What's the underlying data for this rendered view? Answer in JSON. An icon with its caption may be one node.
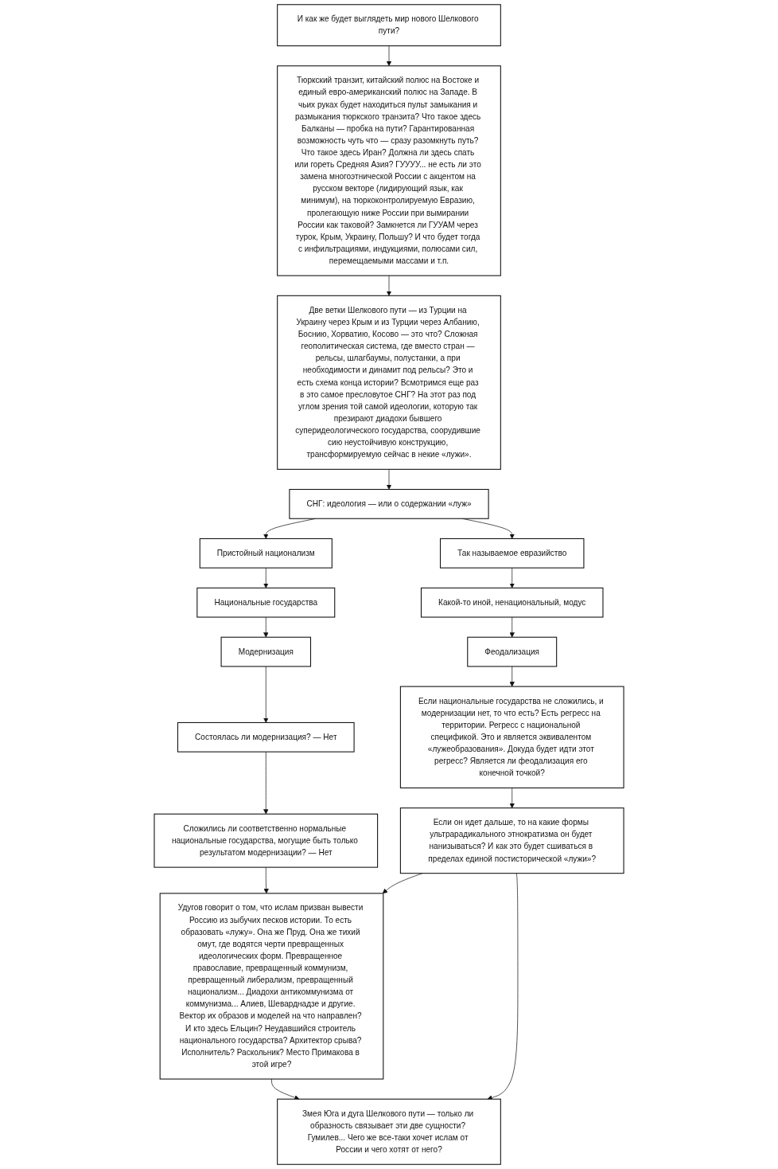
{
  "diagram": {
    "nodes": [
      {
        "text": [
          "И как же будет выглядеть мир нового Шелкового пути?"
        ]
      },
      {
        "text": [
          "Тюркский транзит, китайский полюс на Востоке и единый евро-американский полюс на Западе. В чьих руках будет находиться пульт замыкания и размыкания тюркского транзита? Что такое здесь Балканы — пробка на пути? Гарантированная возможность чуть что — сразу разомкнуть путь? Что такое здесь Иран? Должна ли здесь спать или гореть Средняя Азия? ГУУУУ... не есть ли это замена многоэтнической России с акцентом на русском векторе (лидирующий язык, как минимум), на тюркоконтролируемую Евразию, пролегающую ниже России при вымирании России как таковой? Замкнется ли ГУУАМ через турок, Крым, Украину, Польшу? И что будет тогда с инфильтрациями, индукциями, полюсами сил, перемещаемыми массами и т.п."
        ]
      },
      {
        "text": [
          "Две ветки Шелкового пути — из Турции на Украину через Крым и из Турции через Албанию, Боснию, Хорватию, Косово — это что? Сложная геополитическая система, где вместо стран — рельсы, шлагбаумы, полустанки, а при необходимости и динамит под рельсы? Это и есть схема конца истории? Всмотримся еще раз в это самое пресловутое СНГ? На этот раз под углом зрения той самой идеологии, которую так презирают диадохи бывшего суперидеологического государства, соорудившие сию неустойчивую конструкцию, трансформируемую сейчас в некие «лужи»."
        ]
      },
      {
        "text": [
          "СНГ: идеология — или о содержании «луж»"
        ]
      },
      {
        "text": [
          "Пристойный национализм"
        ]
      },
      {
        "text": [
          "Так называемое евразийство"
        ]
      },
      {
        "text": [
          "Национальные государства"
        ]
      },
      {
        "text": [
          "Какой-то иной, ненациональный, модус"
        ]
      },
      {
        "text": [
          "Модернизация"
        ]
      },
      {
        "text": [
          "Феодализация"
        ]
      },
      {
        "text": [
          "Состоялась ли модернизация? — Нет"
        ]
      },
      {
        "text": [
          "Если национальные государства не сложились, и модернизации нет, то что есть? Есть регресс на территории. Регресс с национальной спецификой. Это и является эквивалентом «лужеобразования». Докуда будет идти этот регресс? Является ли феодализация его конечной точкой?"
        ]
      },
      {
        "text": [
          "Сложились ли соответственно нормальные национальные государства, могущие быть только результатом модернизации? — Нет"
        ]
      },
      {
        "text": [
          "Удугов говорит о том, что ислам призван вывести Россию из зыбучих песков истории. То есть образовать «лужу». Она же Пруд. Она же тихий омут, где водятся черти превращенных идеологических форм. Превращенное православие, превращенный коммунизм, превращенный либерализм, превращенный национализм... Диадохи антикоммунизма от коммунизма... Алиев, Шеварднадзе и другие. Вектор их образов и моделей на что направлен? И кто здесь Ельцин? Неудавшийся строитель национального государства? Архитектор срыва? Исполнитель? Раскольник? Место Примакова в этой игре?"
        ]
      },
      {
        "text": [
          "Если он идет дальше, то на какие формы ультрарадикального этнократизма он будет нанизываться? И как это будет сшиваться в пределах единой постисторической «лужи»?"
        ]
      },
      {
        "text": [
          "Змея Юга и дуга Шелкового пути — только ли образность связывает эти две сущности? Гумилев... Чего же все-таки хочет ислам от России и чего хотят от него?"
        ]
      }
    ],
    "edges": [
      {
        "from": 0,
        "to": 1,
        "arrow": "to"
      },
      {
        "from": 1,
        "to": 2,
        "arrow": "to"
      },
      {
        "from": 2,
        "to": 3,
        "arrow": "to"
      },
      {
        "from": 3,
        "to": 4,
        "arrow": "to"
      },
      {
        "from": 3,
        "to": 5,
        "arrow": "to"
      },
      {
        "from": 4,
        "to": 6,
        "arrow": "to"
      },
      {
        "from": 5,
        "to": 7,
        "arrow": "to"
      },
      {
        "from": 6,
        "to": 8,
        "arrow": "to"
      },
      {
        "from": 7,
        "to": 9,
        "arrow": "to"
      },
      {
        "from": 8,
        "to": 10,
        "arrow": "to"
      },
      {
        "from": 9,
        "to": 11,
        "arrow": "to"
      },
      {
        "from": 10,
        "to": 12,
        "arrow": "to"
      },
      {
        "from": 12,
        "to": 13,
        "arrow": "to"
      },
      {
        "from": 11,
        "to": 14,
        "arrow": "to"
      },
      {
        "from": 14,
        "to": 13,
        "arrow": "to"
      },
      {
        "from": 14,
        "to": 15,
        "arrow": "to"
      },
      {
        "from": 13,
        "to": 15,
        "arrow": "to"
      }
    ]
  }
}
